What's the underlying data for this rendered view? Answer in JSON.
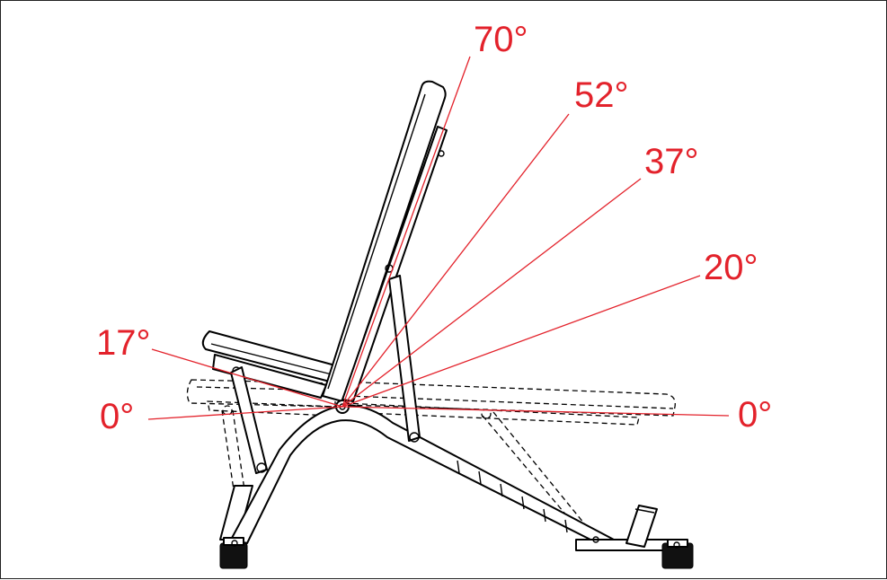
{
  "diagram": {
    "colors": {
      "annotation": "#e3222b",
      "line": "#000000",
      "background": "#ffffff"
    },
    "angles": {
      "seat": [
        "17°",
        "0°"
      ],
      "back": [
        "70°",
        "52°",
        "37°",
        "20°",
        "0°"
      ]
    }
  }
}
